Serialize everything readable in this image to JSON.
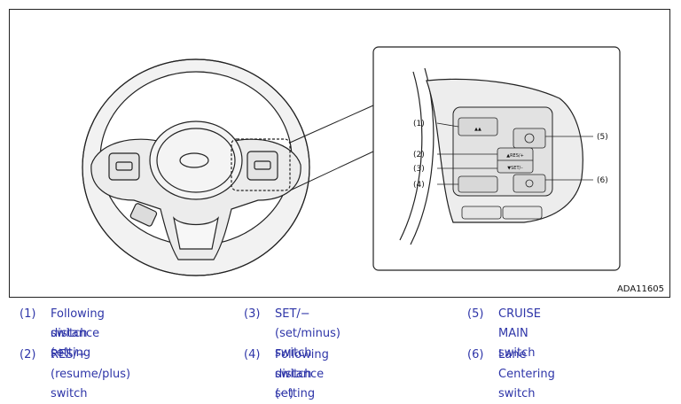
{
  "figure": {
    "figure_id": "ADA11605",
    "callouts": [
      "(1)",
      "(2)",
      "(3)",
      "(4)",
      "(5)",
      "(6)"
    ],
    "button_labels": {
      "res": "▲RES/+",
      "set": "▼SET/–"
    }
  },
  "legend": [
    {
      "num": "(1)",
      "lines": [
        "Following distance setting",
        "switch (+)"
      ]
    },
    {
      "num": "(2)",
      "lines": [
        "RES/+ (resume/plus) switch"
      ]
    },
    {
      "num": "(3)",
      "lines": [
        "SET/− (set/minus) switch"
      ]
    },
    {
      "num": "(4)",
      "lines": [
        "Following distance setting",
        "switch (−)"
      ]
    },
    {
      "num": "(5)",
      "lines": [
        "CRUISE MAIN switch"
      ]
    },
    {
      "num": "(6)",
      "lines": [
        "Lane Centering switch"
      ]
    }
  ],
  "colors": {
    "legend_text": "#2e35a8",
    "line": "#222222"
  }
}
